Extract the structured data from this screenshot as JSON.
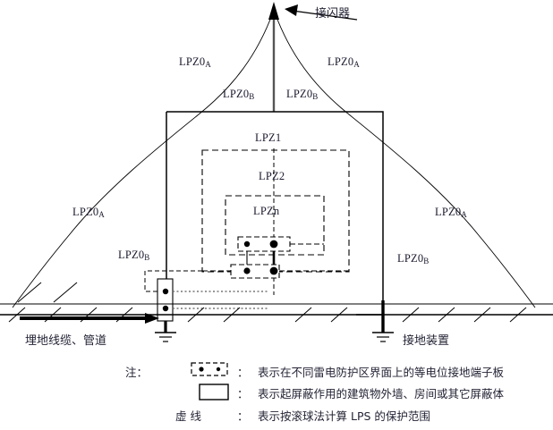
{
  "diagram": {
    "title_label": "接闪器",
    "zones": {
      "lpz0a_left_upper": {
        "base": "LPZ0",
        "sub": "A"
      },
      "lpz0a_right_upper": {
        "base": "LPZ0",
        "sub": "A"
      },
      "lpz0a_left_lower": {
        "base": "LPZ0",
        "sub": "A"
      },
      "lpz0a_right_lower": {
        "base": "LPZ0",
        "sub": "A"
      },
      "lpz0b_left_upper": {
        "base": "LPZ0",
        "sub": "B"
      },
      "lpz0b_right_upper": {
        "base": "LPZ0",
        "sub": "B"
      },
      "lpz0b_left_lower": {
        "base": "LPZ0",
        "sub": "B"
      },
      "lpz0b_right_lower": {
        "base": "LPZ0",
        "sub": "B"
      },
      "lpz1": "LPZ1",
      "lpz2": "LPZ2",
      "lpzn": "LPZn"
    },
    "ground_labels": {
      "buried_cable": "埋地线缆、管道",
      "earthing_device": "接地装置"
    }
  },
  "legend": {
    "note_label": "注：",
    "dashed_line_label": "虚  线",
    "colon": "：",
    "rows": [
      {
        "symbol": "bonding-bar-symbol",
        "text": "表示在不同雷电防护区界面上的等电位接地端子板"
      },
      {
        "symbol": "shield-box-symbol",
        "text": "表示起屏蔽作用的建筑物外墙、房间或其它屏蔽体"
      },
      {
        "symbol": "dashed-line-symbol",
        "text": "表示按滚球法计算 LPS 的保护范围"
      }
    ]
  },
  "colors": {
    "line": "#000000",
    "text": "#242436",
    "rod": "#555555",
    "background": "#ffffff"
  }
}
